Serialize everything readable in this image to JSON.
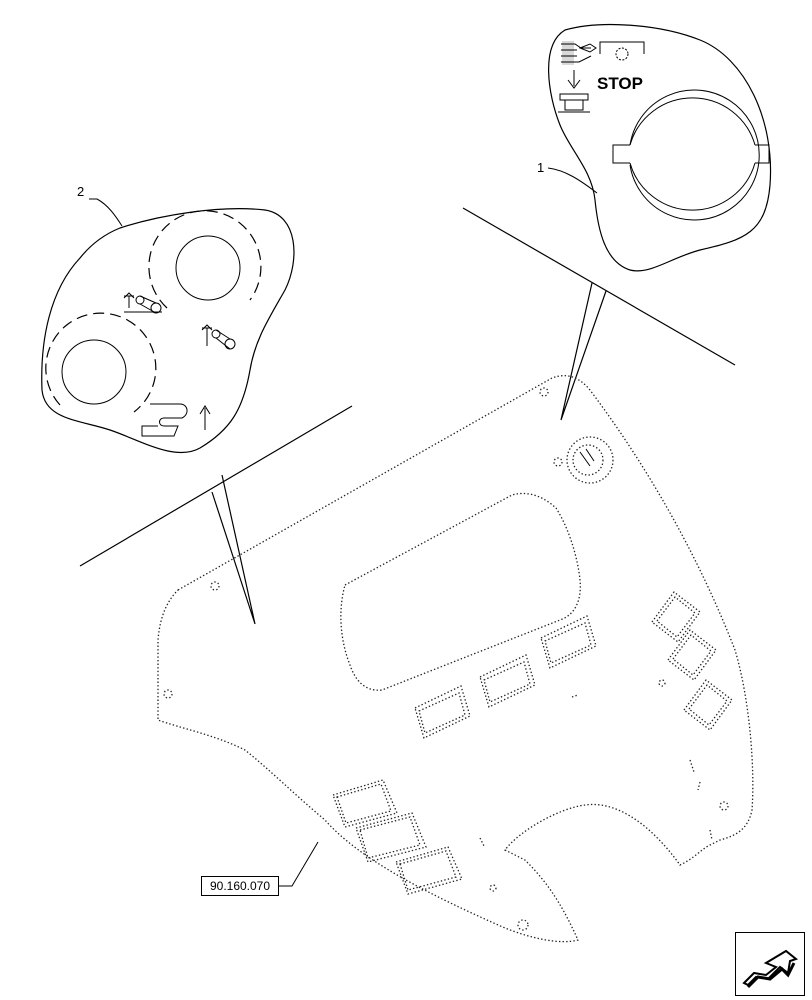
{
  "callouts": {
    "item1": "1",
    "item2": "2"
  },
  "decal1": {
    "stop_text": "STOP"
  },
  "reference": {
    "part_ref": "90.160.070"
  },
  "icons": {
    "nav": "next-page-arrow-icon"
  }
}
